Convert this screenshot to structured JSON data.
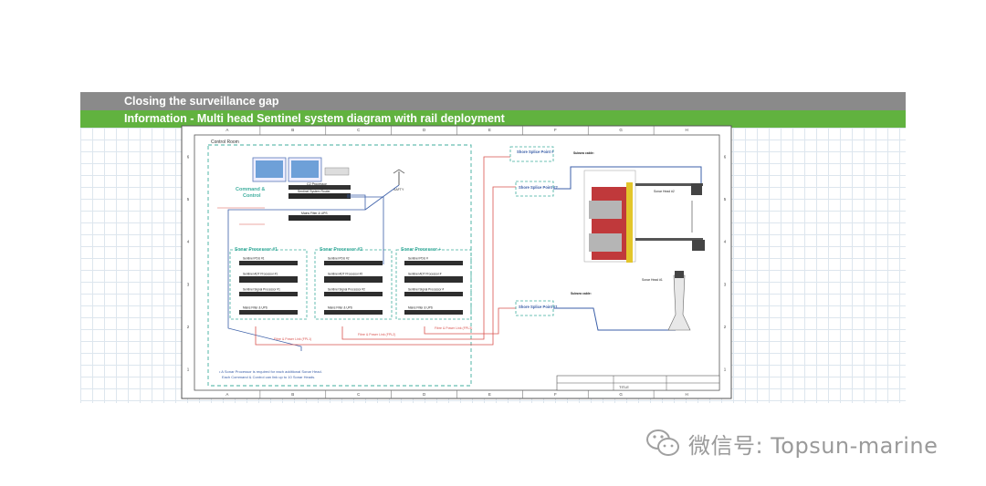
{
  "header": {
    "title": "Closing the surveillance gap",
    "subtitle": "Information -  Multi head Sentinel system diagram with rail deployment"
  },
  "frame": {
    "col_letters": [
      "A",
      "B",
      "C",
      "D",
      "E",
      "F",
      "G",
      "H"
    ],
    "row_numbers": [
      "6",
      "5",
      "4",
      "3",
      "2",
      "1"
    ]
  },
  "diagram": {
    "control_room": "Control Room",
    "command_control": "Command &\nControl",
    "equipment": {
      "c2_processor": "C2 Processor",
      "sentinel_system_router": "Sentinel System Router",
      "mains_filter_ups": "Mains Filter & UPS",
      "safety": "SAFTY"
    },
    "sonar_processors": [
      {
        "title": "Sonar Processor #1",
        "d1": "Sentinel PDU #1",
        "d2": "Sentinel ADT Processor #1",
        "d3": "Sentinel Signal Processor #1",
        "d4": "Mains Filter & UPS"
      },
      {
        "title": "Sonar Processor #2",
        "d1": "Sentinel PDU #2",
        "d2": "Sentinel ADT Processor #2",
        "d3": "Sentinel Signal Processor #2",
        "d4": "Mains Filter & UPS"
      },
      {
        "title": "Sonar Processor +",
        "d1": "Sentinel PDU #",
        "d2": "Sentinel ADT Processor #",
        "d3": "Sentinel Signal Processor #",
        "d4": "Mains Filter & UPS"
      }
    ],
    "fibre_links": [
      "Fibre & Power Link (FPL1)",
      "Fibre & Power Link (FPL2)",
      "Fibre & Power Link (FPL3)"
    ],
    "shore_splices": [
      "Shore Splice Point #",
      "Shore Splice Point #2",
      "Shore Splice Point #1"
    ],
    "sonar_heads": [
      "Sonar Head #2",
      "Sonar Head #1"
    ],
    "subsea_cable": "Subsea cable:",
    "footnote": "A Sonar Processor is required for each additional Sonar Head.\nEach Command & Control can link up to 10 Sonar Heads.",
    "title_block": "TITLE"
  },
  "watermark": {
    "text": "微信号: Topsun-marine",
    "icon": "wechat-icon"
  },
  "colors": {
    "header_gray": "#8a8a8a",
    "header_green": "#61b23f",
    "dashed_group": "#3fae9e",
    "cable_red": "#d9534f",
    "cable_blue": "#3b5fa8",
    "hull_red": "#c0393b",
    "rail_yellow": "#e3c62b"
  }
}
